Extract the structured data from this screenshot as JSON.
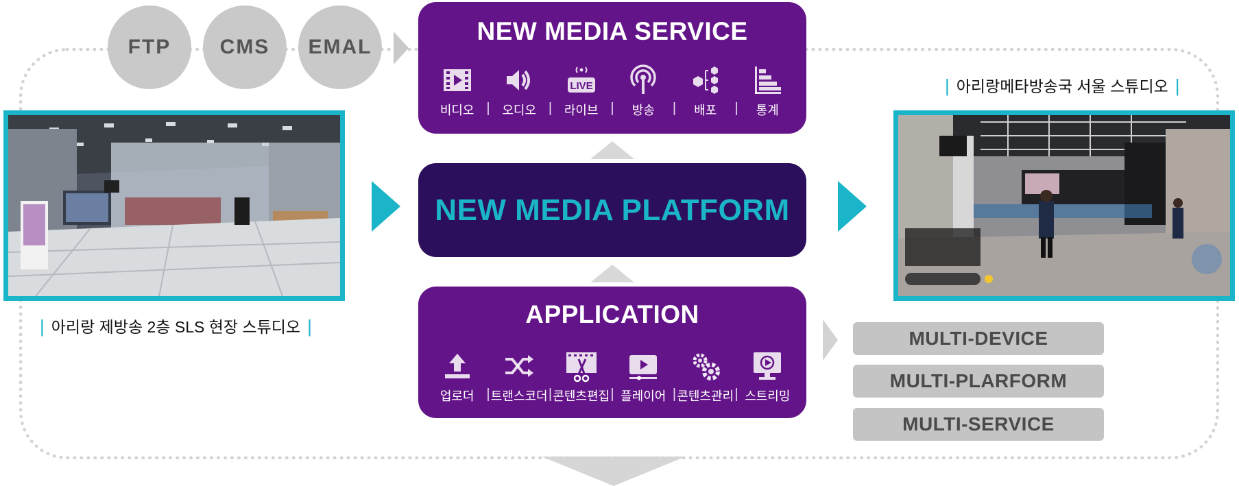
{
  "colors": {
    "purple": "#641489",
    "dark_purple": "#2c0f5c",
    "teal": "#1ab5c8",
    "gray": "#c9c9c9",
    "dotted_border": "#d3d3d3"
  },
  "inputs": [
    "FTP",
    "CMS",
    "EMAL"
  ],
  "service": {
    "title": "NEW MEDIA SERVICE",
    "items": [
      {
        "label": "비디오",
        "icon": "video-film-icon"
      },
      {
        "label": "오디오",
        "icon": "speaker-icon"
      },
      {
        "label": "라이브",
        "icon": "live-broadcast-icon"
      },
      {
        "label": "방송",
        "icon": "podcast-antenna-icon"
      },
      {
        "label": "배포",
        "icon": "distribution-cubes-icon"
      },
      {
        "label": "통계",
        "icon": "bar-chart-icon"
      }
    ]
  },
  "platform": {
    "title": "NEW MEDIA PLATFORM"
  },
  "application": {
    "title": "APPLICATION",
    "items": [
      {
        "label": "업로더",
        "icon": "upload-icon"
      },
      {
        "label": "트랜스코더",
        "icon": "shuffle-icon"
      },
      {
        "label": "콘텐츠편집",
        "icon": "film-edit-icon"
      },
      {
        "label": "플레이어",
        "icon": "player-icon"
      },
      {
        "label": "콘텐츠관리",
        "icon": "gears-icon"
      },
      {
        "label": "스트리밍",
        "icon": "streaming-monitor-icon"
      }
    ]
  },
  "left_caption": "아리랑 제방송 2층 SLS 현장 스튜디오",
  "right_caption": "아리랑메타방송국 서울 스튜디오",
  "outputs": [
    "MULTI-DEVICE",
    "MULTI-PLARFORM",
    "MULTI-SERVICE"
  ]
}
